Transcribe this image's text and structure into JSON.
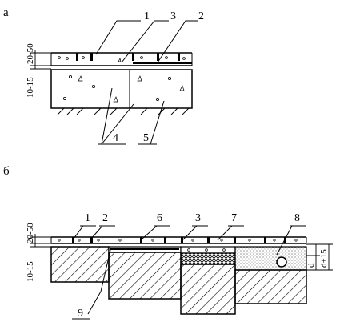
{
  "sections": {
    "a": {
      "title": "а",
      "dims": {
        "top": "20-50",
        "bottom": "10-15"
      },
      "callouts": [
        "1",
        "2",
        "3",
        "4",
        "5"
      ]
    },
    "b": {
      "title": "б",
      "dims": {
        "top": "20-50",
        "bottom": "10-15",
        "right_a": "d",
        "right_b": "d+15"
      },
      "callouts": [
        "1",
        "2",
        "3",
        "6",
        "7",
        "8",
        "9"
      ]
    }
  }
}
